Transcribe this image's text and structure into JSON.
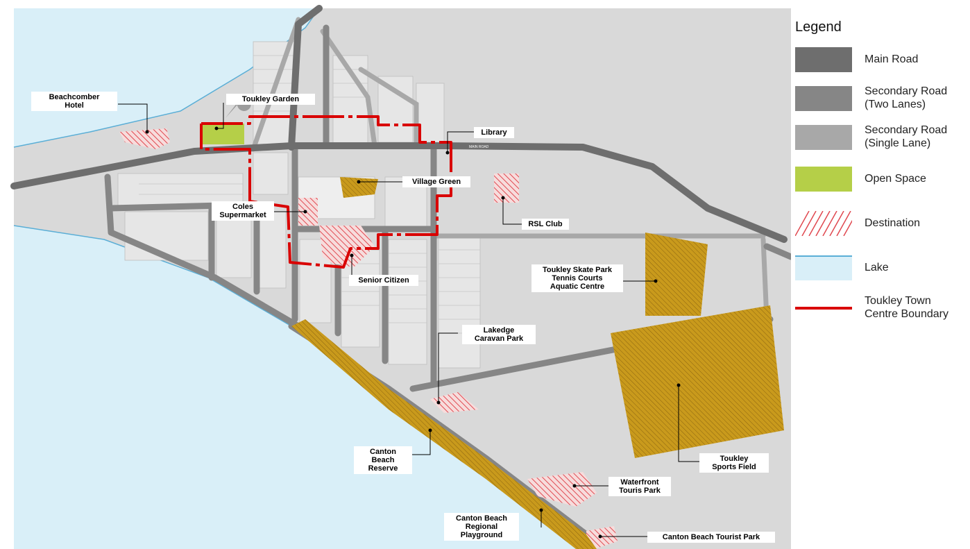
{
  "colors": {
    "lake": "#d9eff8",
    "shore": "#5aaed6",
    "land": "#d9d9d9",
    "main_road": "#6e6e6e",
    "secondary_two": "#868686",
    "secondary_single": "#a8a8a8",
    "open_space": "#b5cf48",
    "destination": "#e0484f",
    "facility": "#c99a1c",
    "boundary": "#d90000"
  },
  "map": {
    "road_label": "MAIN ROAD"
  },
  "labels": {
    "beachcomber": "Beachcomber\nHotel",
    "toukley_garden": "Toukley Garden",
    "library": "Library",
    "village_green": "Village Green",
    "coles": "Coles\nSupermarket",
    "rsl": "RSL Club",
    "senior": "Senior Citizen",
    "skate": "Toukley Skate Park\nTennis Courts\nAquatic Centre",
    "lakedge": "Lakedge\nCaravan Park",
    "canton_reserve": "Canton\nBeach\nReserve",
    "sports": "Toukley\nSports Field",
    "waterfront": "Waterfront\nTouris Park",
    "canton_playground": "Canton Beach\nRegional\nPlayground",
    "canton_tourist": "Canton Beach Tourist Park"
  },
  "legend": {
    "title": "Legend",
    "items": [
      {
        "label": "Main Road",
        "kind": "main"
      },
      {
        "label": "Secondary Road\n(Two Lanes)",
        "kind": "sec2"
      },
      {
        "label": "Secondary Road\n(Single Lane)",
        "kind": "sec1"
      },
      {
        "label": "Open Space",
        "kind": "open"
      },
      {
        "label": "Destination",
        "kind": "dest"
      },
      {
        "label": "Lake",
        "kind": "lake"
      },
      {
        "label": "Toukley Town\nCentre Boundary",
        "kind": "boundary"
      }
    ]
  }
}
